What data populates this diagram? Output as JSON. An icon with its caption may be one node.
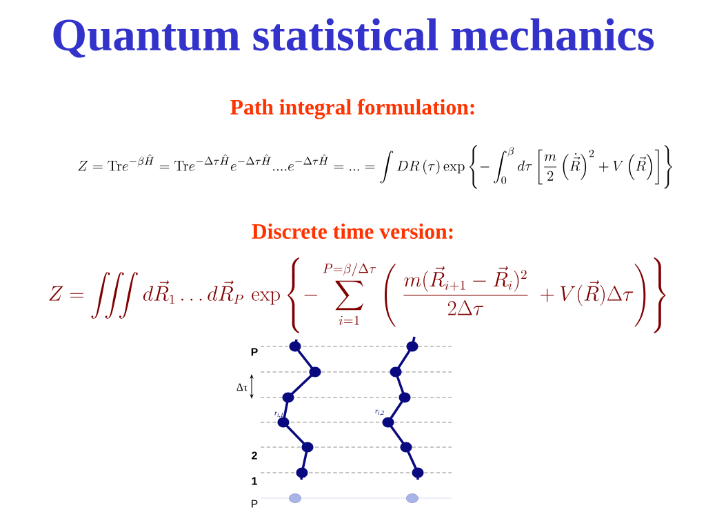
{
  "diagram": {
    "title": "Quantum statistical mechanics",
    "labels": [
      "Path integral formulation:",
      "Z=\\mathrm{Tr}e^{-\\beta\\hat H}=\\mathrm{Tr}e^{-\\Delta\\tau\\hat H}e^{-\\Delta\\tau\\hat H}....e^{-\\Delta\\tau\\hat H}=...=\\int DR\\left(\\tau\\right)\\exp\\left\\{-\\int_0^\\beta d\\tau\\left[\\frac{m}{2}\\left(\\dot{\\vec R}\\right)^2+V\\left(\\vec R\\right)\\right]\\right\\}",
      "Discrete time version:",
      "Z=\\iiint d\\vec R_1\\ldots d\\vec R_P\\,\\exp\\left\\{-\\sum_{i=1}^{P=\\beta/\\Delta\\tau}\\left(\\;\\frac{m(\\vec R_{i+1}-\\vec R_i)^2}{2\\Delta\\tau}\\;+V(\\vec R)\\Delta\\tau\\right)\\right\\}",
      "P",
      "Δτ",
      "r$_{i,1}$",
      "r$_{i,2}$",
      "2",
      "1",
      "P"
    ]
  }
}
